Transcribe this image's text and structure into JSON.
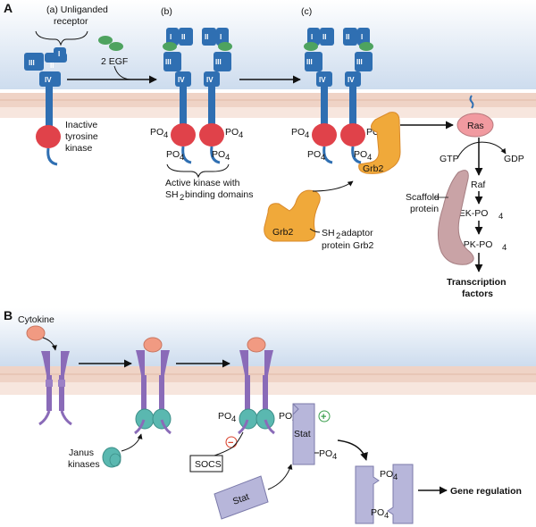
{
  "panel_a": {
    "label": "A",
    "step_a": {
      "line1": "(a) Unliganded",
      "line2": "receptor"
    },
    "step_b": "(b)",
    "step_c": "(c)",
    "egf_label": "2 EGF",
    "inactive": {
      "line1": "Inactive",
      "line2": "tyrosine",
      "line3": "kinase"
    },
    "active": {
      "line1": "Active kinase with",
      "line2_pre": "SH",
      "line2_sub": "2",
      "line2_post": " binding domains"
    },
    "po4": {
      "pre": "PO",
      "sub": "4"
    },
    "domains": {
      "d1": "I",
      "d2": "II",
      "d3": "III",
      "d4": "IV"
    },
    "grb2": "Grb2",
    "sh2_adaptor": {
      "line1_pre": "SH",
      "line1_sub": "2",
      "line1_post": " adaptor",
      "line2": "protein Grb2"
    },
    "ras": "Ras",
    "gtp": "GTP",
    "gdp": "GDP",
    "raf": "Raf",
    "mek": {
      "pre": "MEK-PO",
      "sub": "4"
    },
    "mapk": {
      "pre": "MAPK-PO",
      "sub": "4"
    },
    "scaffold": {
      "line1": "Scaffold",
      "line2": "protein"
    },
    "transcription": {
      "line1": "Transcription",
      "line2": "factors"
    }
  },
  "panel_b": {
    "label": "B",
    "cytokine": "Cytokine",
    "janus": {
      "line1": "Janus",
      "line2": "kinases"
    },
    "socs": "SOCS",
    "minus": "−",
    "plus": "+",
    "stat": "Stat",
    "gene_regulation": "Gene regulation",
    "po4": {
      "pre": "PO",
      "sub": "4"
    }
  },
  "colors": {
    "membrane": "#efd3c6",
    "receptor_blue": "#2f6fb2",
    "egf_green": "#4ea35f",
    "kinase_red": "#e0424a",
    "grb2_orange": "#f0a93a",
    "cytokine_receptor": "#8a6bb8",
    "jak_teal": "#5ab8b0",
    "stat_lavender": "#b7b6da",
    "scaffold": "#c9a3a6"
  }
}
